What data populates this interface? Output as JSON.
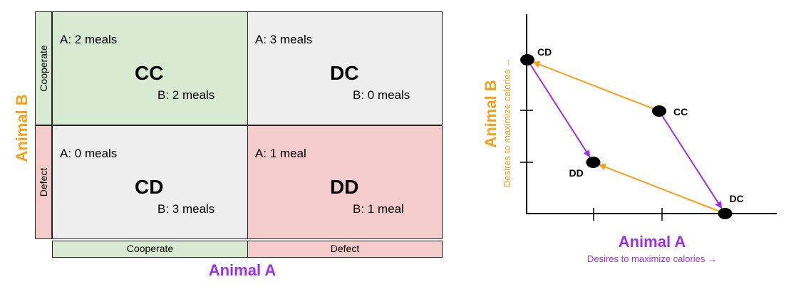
{
  "matrix": {
    "row_player": "Animal B",
    "col_player": "Animal A",
    "row_labels": {
      "cooperate": "Cooperate",
      "defect": "Defect"
    },
    "col_labels": {
      "cooperate": "Cooperate",
      "defect": "Defect"
    },
    "cells": {
      "cc": {
        "code": "CC",
        "a": "A: 2 meals",
        "b": "B: 2 meals"
      },
      "dc": {
        "code": "DC",
        "a": "A: 3 meals",
        "b": "B: 0 meals"
      },
      "cd": {
        "code": "CD",
        "a": "A: 0 meals",
        "b": "B: 3 meals"
      },
      "dd": {
        "code": "DD",
        "a": "A: 1 meal",
        "b": "B: 1 meal"
      }
    },
    "colors": {
      "orange": "#f5a01a",
      "purple": "#9b30e8",
      "green": "#d9ead3",
      "red": "#f4cccc",
      "gray": "#eeeeee"
    }
  },
  "plot": {
    "y_title": "Animal B",
    "y_subtitle": "Desires to maximize calories →",
    "x_title": "Animal A",
    "x_subtitle": "Desires to maximize calories →",
    "points": [
      {
        "code": "CD",
        "a": 0,
        "b": 3
      },
      {
        "code": "CC",
        "a": 2,
        "b": 2
      },
      {
        "code": "DD",
        "a": 1,
        "b": 1
      },
      {
        "code": "DC",
        "a": 3,
        "b": 0
      }
    ],
    "orange_arrows": [
      [
        "CC",
        "CD"
      ],
      [
        "DC",
        "DD"
      ]
    ],
    "purple_arrows": [
      [
        "CD",
        "DD"
      ],
      [
        "CC",
        "DC"
      ]
    ]
  }
}
